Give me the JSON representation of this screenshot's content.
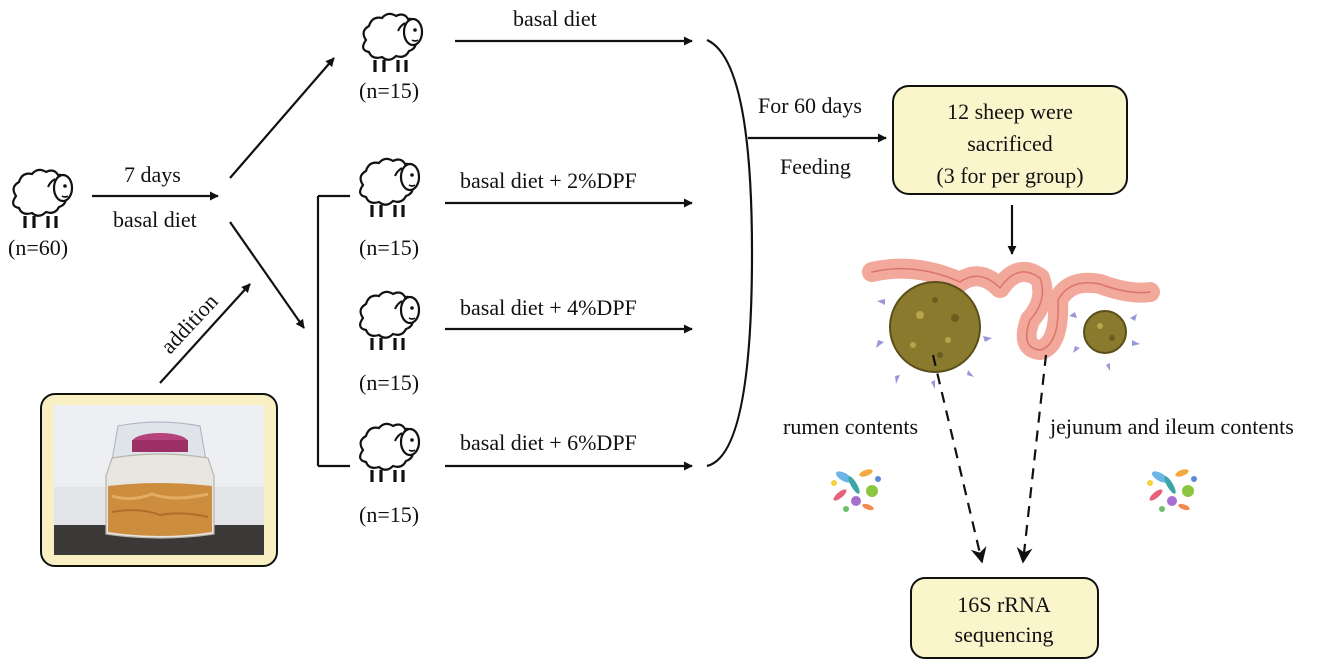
{
  "start": {
    "duration": "7 days",
    "diet": "basal diet",
    "n": "(n=60)"
  },
  "addition_label": "addition",
  "groups": [
    {
      "diet": "basal diet",
      "n": "(n=15)"
    },
    {
      "diet": "basal diet + 2%DPF",
      "n": "(n=15)"
    },
    {
      "diet": "basal diet + 4%DPF",
      "n": "(n=15)"
    },
    {
      "diet": "basal diet + 6%DPF",
      "n": "(n=15)"
    }
  ],
  "feeding": {
    "duration": "For 60 days",
    "label": "Feeding"
  },
  "sacrifice_box": {
    "line1": "12 sheep were",
    "line2": "sacrificed",
    "line3": "(3 for per group)"
  },
  "contents": {
    "rumen": "rumen contents",
    "intestine": "jejunum and ileum contents"
  },
  "sequencing_box": {
    "line1": "16S rRNA",
    "line2": "sequencing"
  },
  "colors": {
    "box_fill": "#fbf5cc",
    "intestine": "#f2a89a",
    "digesta": "#8a7a2e",
    "photo_frame": "#f8f0c2"
  },
  "icons": [
    "sheep-icon",
    "fermentation-jar-photo",
    "digestive-tract-illustration",
    "microbes-icon"
  ]
}
